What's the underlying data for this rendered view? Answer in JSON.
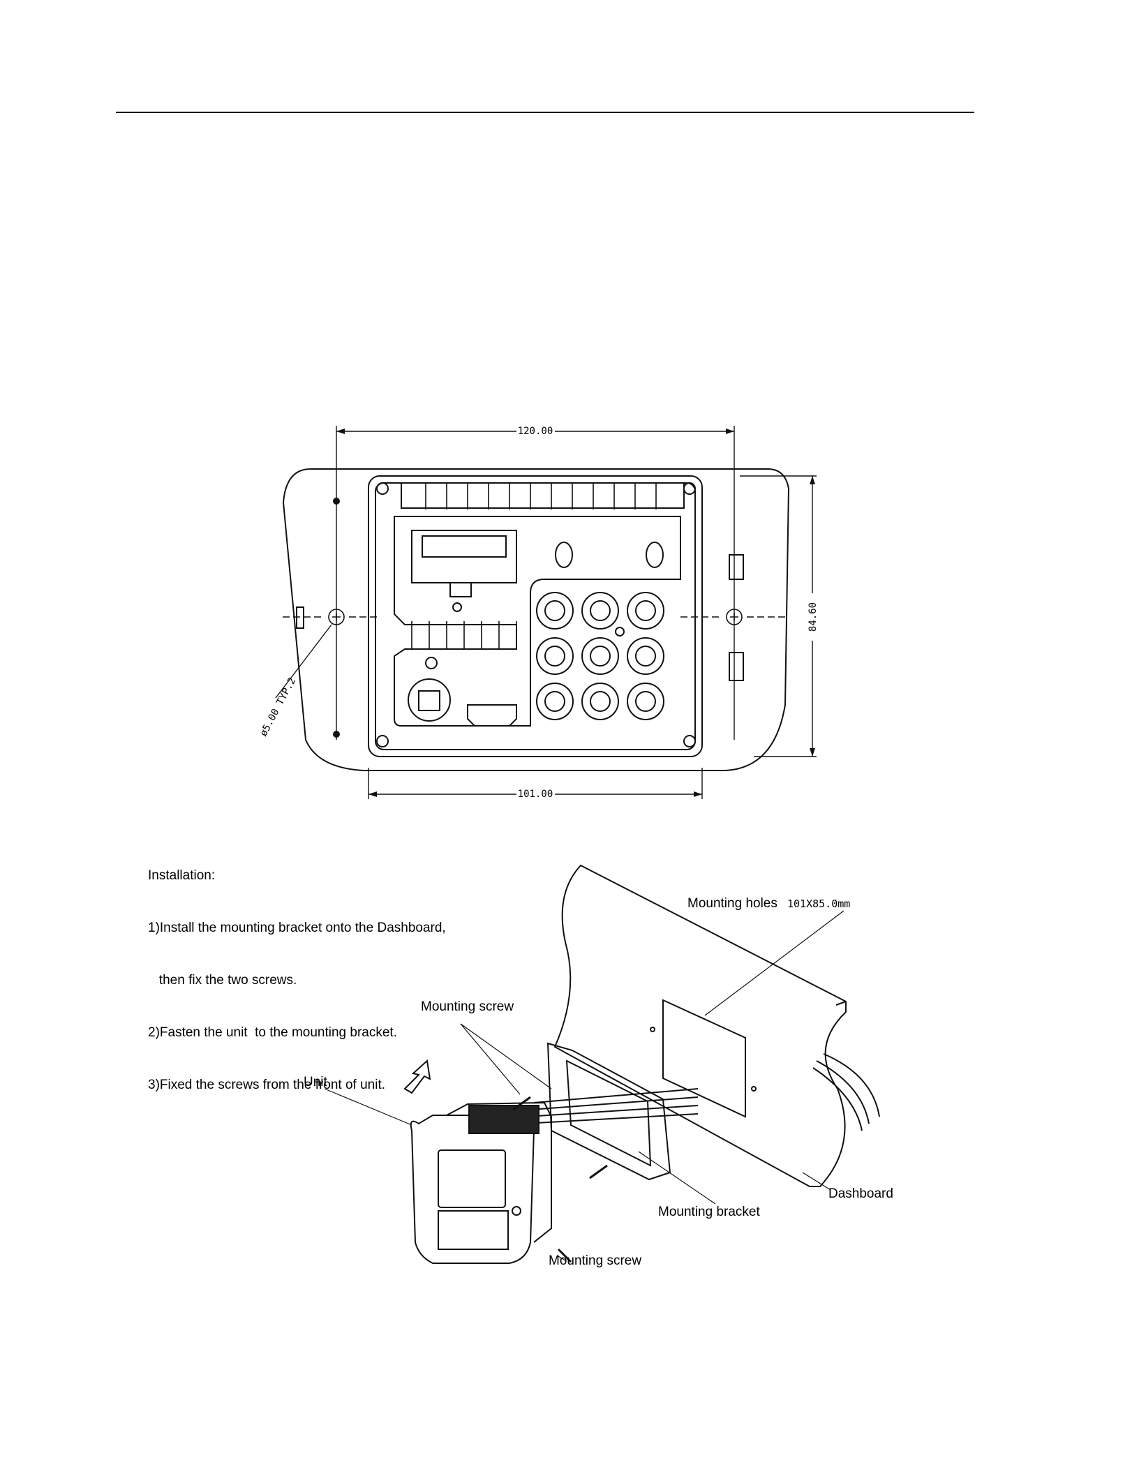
{
  "drawing": {
    "dim_width_top": "120.00",
    "dim_width_bottom": "101.00",
    "dim_height": "84.60",
    "hole_note": "ø5.00 TYP.2"
  },
  "installation": {
    "heading": "Installation:",
    "steps": [
      "1)Install the mounting bracket onto the Dashboard,",
      "   then fix the two screws.",
      "2)Fasten the unit  to the mounting bracket.",
      "3)Fixed the screws from the front of unit."
    ]
  },
  "callouts": {
    "mounting_holes": "Mounting holes",
    "mounting_holes_size": "101X85.0mm",
    "mounting_screw_top": "Mounting screw",
    "unit": "Unit",
    "dashboard": "Dashboard",
    "mounting_bracket": "Mounting bracket",
    "mounting_screw_bottom": "Mounting screw"
  }
}
